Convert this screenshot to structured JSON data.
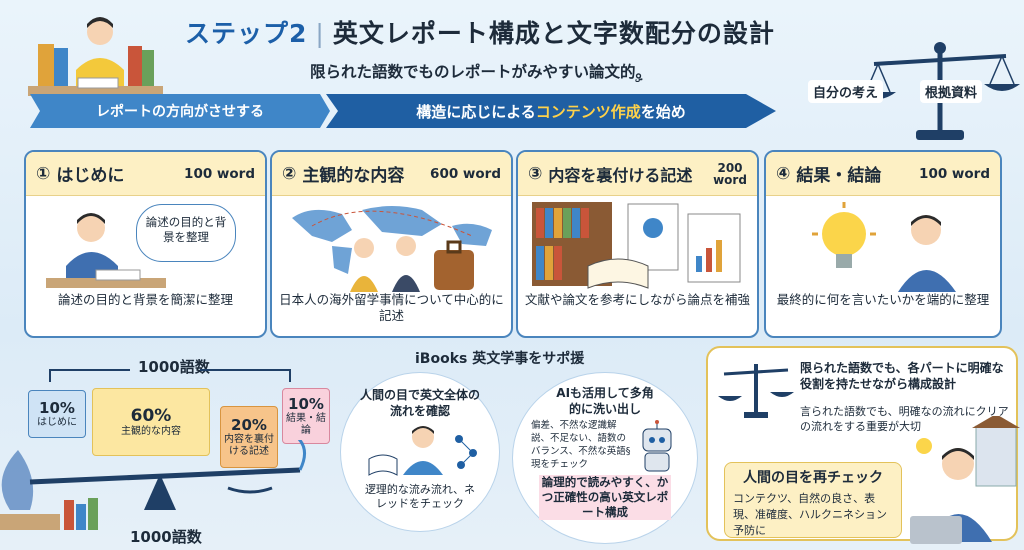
{
  "header": {
    "step_label": "ステップ2",
    "separator": "|",
    "title": "英文レポート構成と文字数配分の設計",
    "subtitle": "限られた語数でものレポートがみやすい論文的ۣ。"
  },
  "scale": {
    "left_label": "自分の考え",
    "right_label": "根拠資料"
  },
  "arrow": {
    "first": "レポートの方向がさせする",
    "second_pre": "構造に応じによる",
    "second_highlight": "コンテンツ作成",
    "second_post": "を始め"
  },
  "cards": [
    {
      "num": "①",
      "title": "はじめに",
      "words": "100 word",
      "bubble": "論述の目的と背景を整理",
      "desc": "論述の目的と背景を簡潔に整理"
    },
    {
      "num": "②",
      "title": "主観的な内容",
      "words": "600 word",
      "desc": "日本人の海外留学事情について中心的に記述"
    },
    {
      "num": "③",
      "title": "内容を裏付ける記述",
      "words": "200 word",
      "desc": "文献や論文を参考にしながら論点を補強"
    },
    {
      "num": "④",
      "title": "結果・結論",
      "words": "100 word",
      "desc": "最終的に何を言いたいかを端的に整理"
    }
  ],
  "distribution": {
    "title_top": "1000語数",
    "title_bottom": "1000語数",
    "boxes": [
      {
        "pct": "10%",
        "name": "はじめに"
      },
      {
        "pct": "60%",
        "name": "主観的な内容"
      },
      {
        "pct": "20%",
        "name": "内容を裏付ける記述"
      },
      {
        "pct": "10%",
        "name": "結果・結論"
      }
    ]
  },
  "support": {
    "title": "iBooks 英文学事をサポ援",
    "left": {
      "heading": "人間の目で英文全体の流れを確認",
      "desc": "逻理的な流み流れ、ネレッドをチェック"
    },
    "right": {
      "heading": "AIも活用して多角的に洗い出し",
      "list": "偏差、不然な逻識解説、不足ない、語数のバランス、不然な英語§現をチェック",
      "emph": "論理的で読みやすく、かつ正確性の高い英文レポート構成"
    }
  },
  "panel": {
    "main": "限られた語数でも、各パートに明確な役割を持たせながら構成設計",
    "sub": "言られた語数でも、明確なの流れにクリアの流れをする重要が大切",
    "check_title": "人間の目を再チェック",
    "check_desc": "コンテクツ、自然の良さ、表現、准確度、ハルクニネション予防に"
  },
  "colors": {
    "navy": "#1f5fa3",
    "blue": "#3f86c8",
    "cream": "#fdf0c4",
    "gold": "#e3c25a"
  }
}
